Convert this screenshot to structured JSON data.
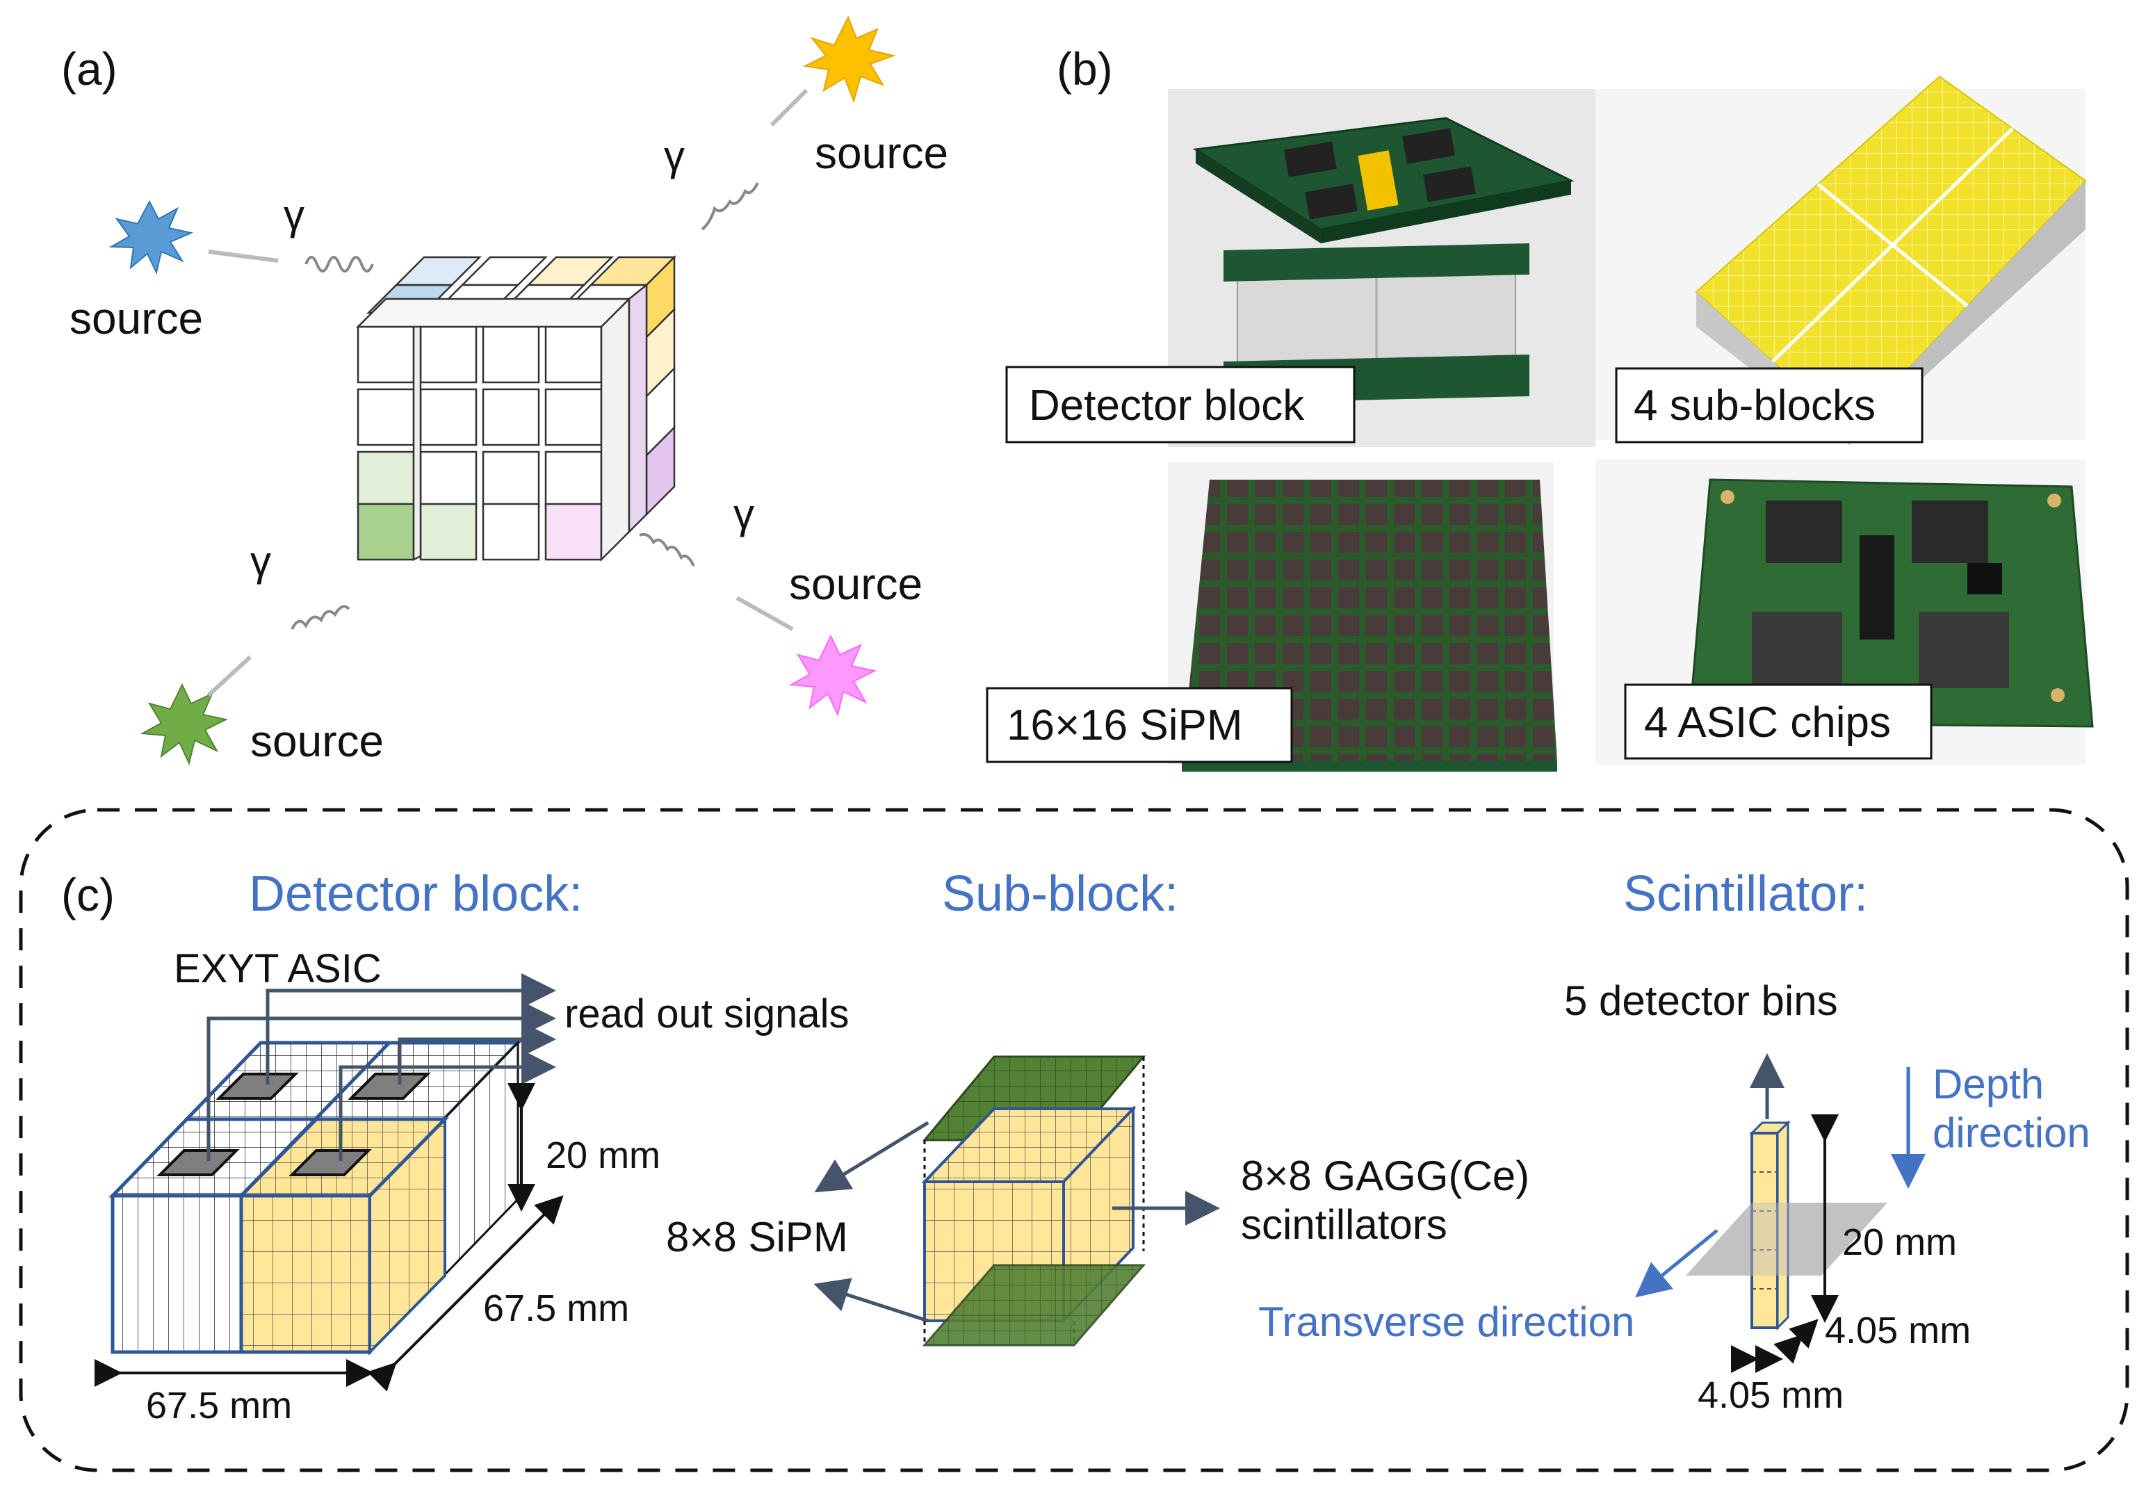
{
  "panel_a": {
    "label": "(a)",
    "sources": [
      {
        "text": "source",
        "color": "#5B9BD5",
        "gamma": "γ"
      },
      {
        "text": "source",
        "color": "#FFC000",
        "gamma": "γ"
      },
      {
        "text": "source",
        "color": "#70AD47",
        "gamma": "γ"
      },
      {
        "text": "source",
        "color": "#FF66FF",
        "gamma": "γ"
      }
    ]
  },
  "panel_b": {
    "label": "(b)",
    "photos": [
      {
        "caption": "Detector block"
      },
      {
        "caption": "4 sub-blocks"
      },
      {
        "caption": "16×16 SiPM"
      },
      {
        "caption": "4 ASIC chips"
      }
    ]
  },
  "panel_c": {
    "label": "(c)",
    "heading_block": "Detector block:",
    "heading_subblock": "Sub-block:",
    "heading_scint": "Scintillator:",
    "asic_label": "EXYT ASIC",
    "readout_label": "read out signals",
    "dim_height": "20 mm",
    "dim_depth": "67.5 mm",
    "dim_width": "67.5 mm",
    "sipm_label": "8×8 SiPM",
    "gagg_line1": "8×8 GAGG(Ce)",
    "gagg_line2": "scintillators",
    "bins_label": "5 detector bins",
    "depth_line1": "Depth",
    "depth_line2": "direction",
    "transverse_label": "Transverse direction",
    "scint_height": "20 mm",
    "scint_side1": "4.05 mm",
    "scint_side2": "4.05 mm"
  },
  "colors": {
    "heading_blue": "#4472C4",
    "yellow_crystal": "#FFE699",
    "sipm_green": "#548235",
    "pcb_green": "#1E5631"
  }
}
